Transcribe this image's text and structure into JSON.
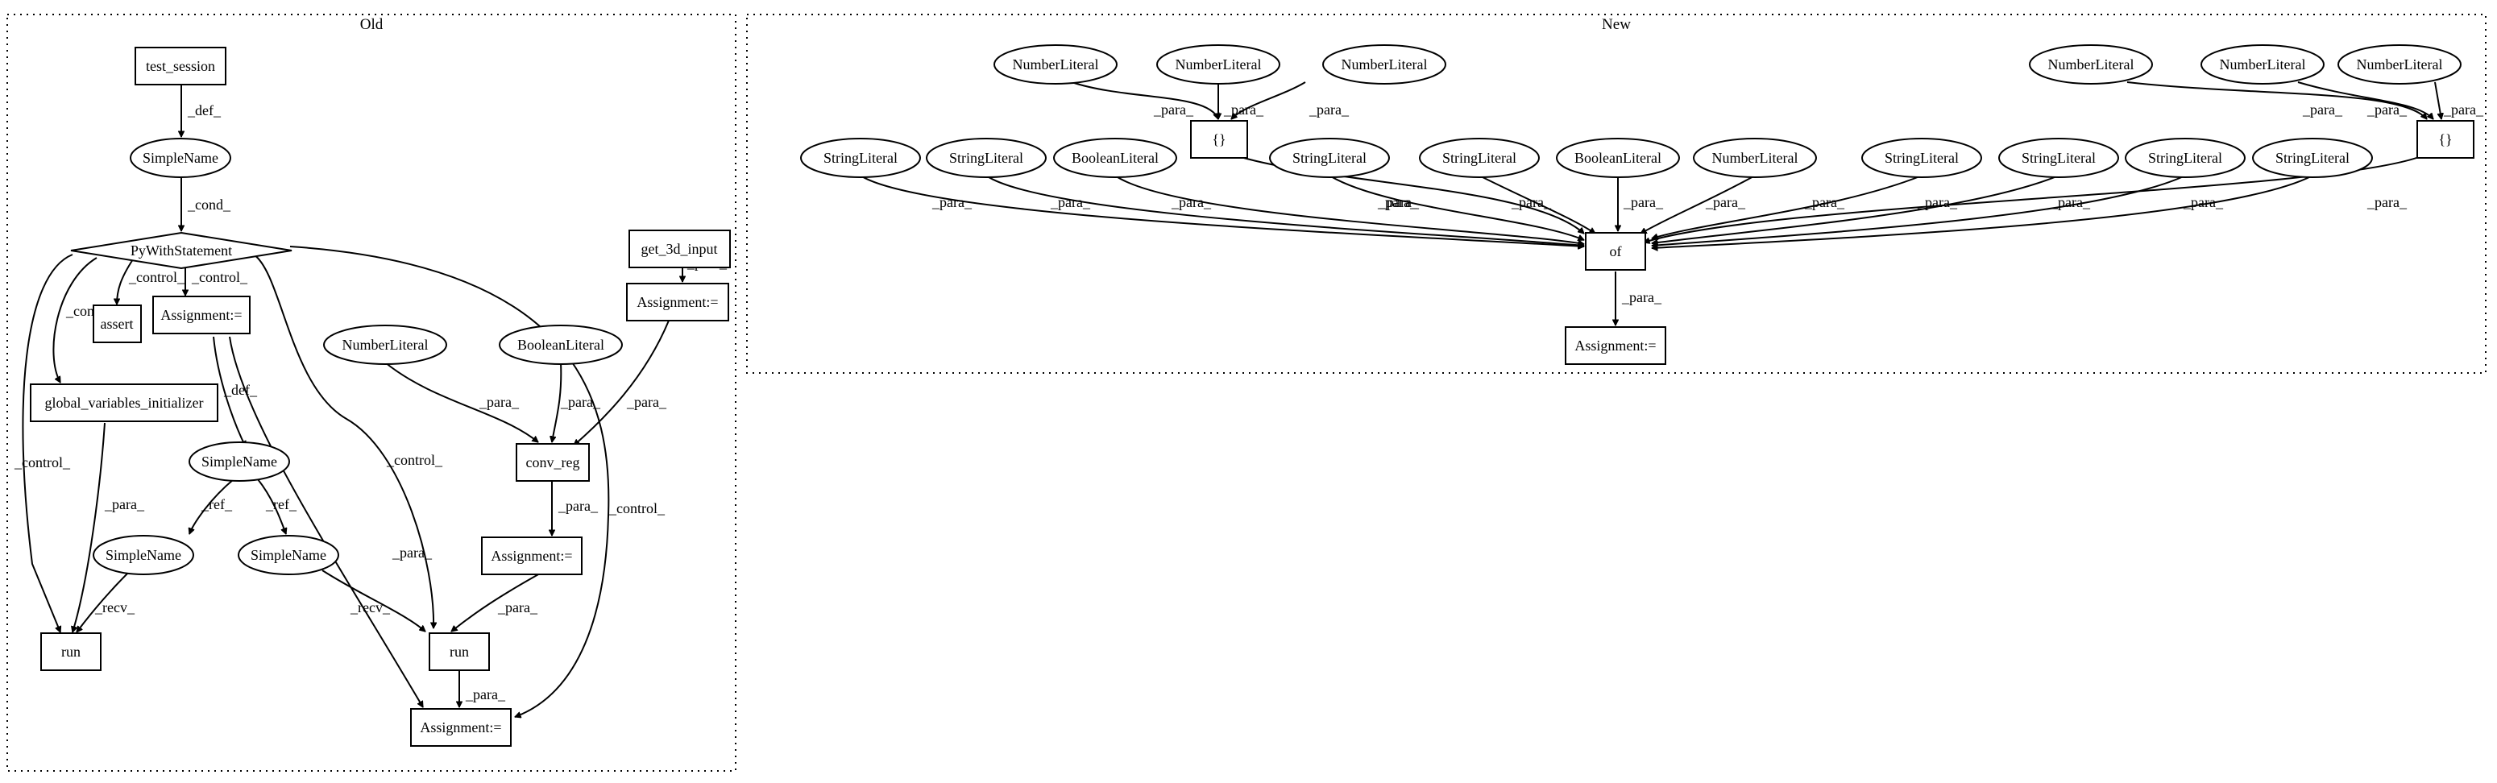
{
  "clusters": {
    "old": "Old",
    "new": "New"
  },
  "nodes": {
    "test_session": "test_session",
    "simplename_old": "SimpleName",
    "pywith": "PyWithStatement",
    "assert": "assert",
    "assign_a": "Assignment:=",
    "global_init": "global_variables_initializer",
    "simplename_b": "SimpleName",
    "simplename_c": "SimpleName",
    "simplename_d": "SimpleName",
    "run_left": "run",
    "run_mid": "run",
    "assign_bottom": "Assignment:=",
    "get3d": "get_3d_input",
    "assign_get3d": "Assignment:=",
    "numlit_old": "NumberLiteral",
    "boollit_old": "BooleanLiteral",
    "conv_reg": "conv_reg",
    "assign_conv": "Assignment:=",
    "nl1": "NumberLiteral",
    "nl2": "NumberLiteral",
    "nl3": "NumberLiteral",
    "braces1": "{}",
    "nl4": "NumberLiteral",
    "nl5": "NumberLiteral",
    "nl6": "NumberLiteral",
    "braces2": "{}",
    "sl1": "StringLiteral",
    "sl2": "StringLiteral",
    "bl1": "BooleanLiteral",
    "sl3": "StringLiteral",
    "sl4": "StringLiteral",
    "bl2": "BooleanLiteral",
    "nl7": "NumberLiteral",
    "sl5": "StringLiteral",
    "sl6": "StringLiteral",
    "sl7": "StringLiteral",
    "sl8": "StringLiteral",
    "of": "of",
    "assign_new": "Assignment:="
  },
  "edge_labels": {
    "def": "_def_",
    "cond": "_cond_",
    "control": "_control_",
    "para": "_para_",
    "ref": "_ref_",
    "recv": "_recv_"
  }
}
